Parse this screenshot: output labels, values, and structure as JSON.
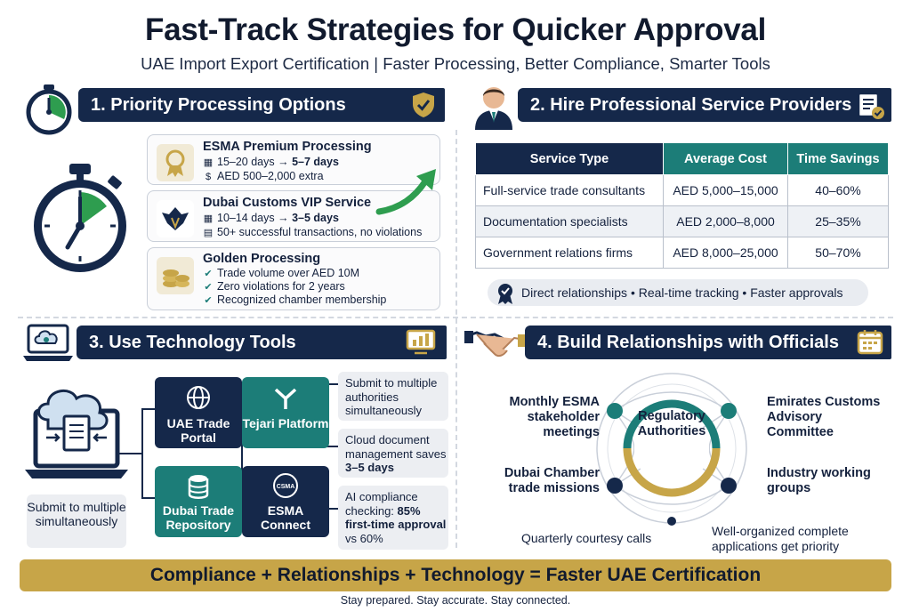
{
  "header": {
    "title": "Fast-Track Strategies for Quicker Approval",
    "subtitle": "UAE Import Export Certification | Faster Processing, Better Compliance, Smarter Tools"
  },
  "section1": {
    "title": "1. Priority Processing Options",
    "icons": [
      "stopwatch-icon",
      "shield-check-icon"
    ],
    "cards": [
      {
        "title": "ESMA Premium Processing",
        "line1_prefix": "15–20 days → ",
        "line1_strong": "5–7 days",
        "line2": "AED 500–2,000 extra"
      },
      {
        "title": "Dubai Customs VIP Service",
        "line1_prefix": "10–14 days → ",
        "line1_strong": "3–5 days",
        "line2": "50+ successful transactions, no violations"
      },
      {
        "title": "Golden Processing",
        "items": [
          "Trade volume over AED 10M",
          "Zero violations for 2 years",
          "Recognized chamber membership"
        ]
      }
    ]
  },
  "section2": {
    "title": "2. Hire Professional Service Providers",
    "table": {
      "headers": [
        "Service Type",
        "Average Cost",
        "Time Savings"
      ],
      "rows": [
        [
          "Full-service trade consultants",
          "AED 5,000–15,000",
          "40–60%"
        ],
        [
          "Documentation specialists",
          "AED 2,000–8,000",
          "25–35%"
        ],
        [
          "Government relations firms",
          "AED 8,000–25,000",
          "50–70%"
        ]
      ]
    },
    "benefits": "Direct relationships • Real-time tracking • Faster approvals"
  },
  "section3": {
    "title": "3. Use Technology Tools",
    "submit_box": "Submit to multiple simultaneously",
    "tiles": [
      "UAE Trade Portal",
      "Tejari Platform",
      "Dubai Trade Repository",
      "ESMA Connect"
    ],
    "tile_icon_label": "CSMA",
    "notes": [
      {
        "text": "Submit to multiple authorities simultaneously"
      },
      {
        "prefix": "Cloud document management saves ",
        "strong": "3–5 days"
      },
      {
        "prefix": "AI compliance checking: ",
        "strong": "85% first-time approval",
        "suffix": " vs 60%"
      }
    ]
  },
  "section4": {
    "title": "4. Build Relationships with Officials",
    "hub": "Regulatory Authorities",
    "items": [
      "Monthly ESMA stakeholder meetings",
      "Emirates Customs Advisory Committee",
      "Dubai Chamber trade missions",
      "Industry working groups",
      "Quarterly courtesy calls",
      "Well-organized complete applications get priority"
    ]
  },
  "footer": {
    "banner": "Compliance + Relationships + Technology = Faster UAE Certification",
    "tagline": "Stay prepared. Stay accurate. Stay connected."
  },
  "colors": {
    "navy": "#15284a",
    "teal": "#1c7d78",
    "gold": "#c7a548",
    "green": "#2e9d4f"
  }
}
